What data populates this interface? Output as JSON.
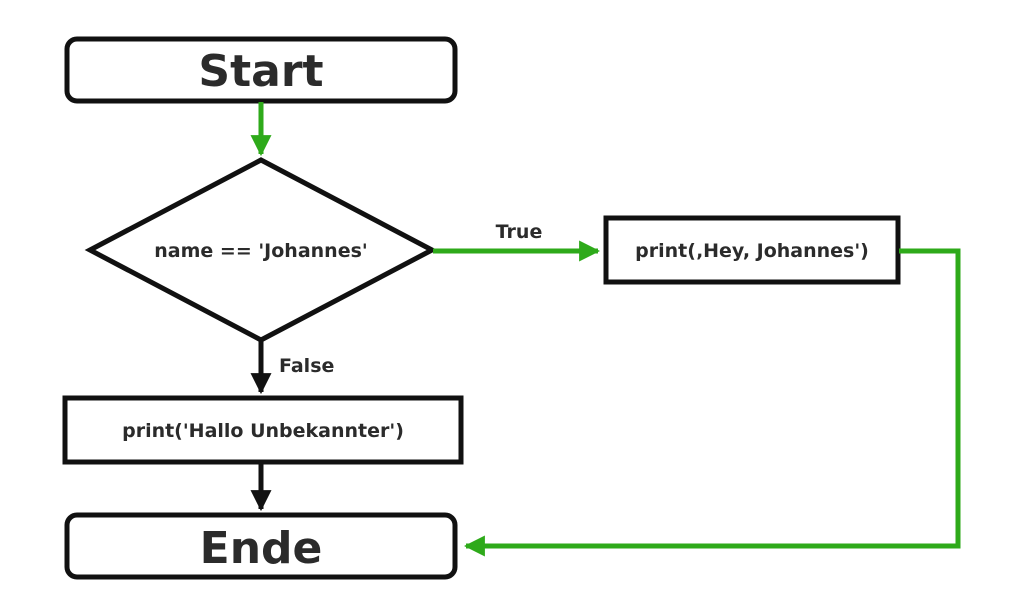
{
  "nodes": {
    "start": {
      "label": "Start"
    },
    "condition": {
      "label": "name == 'Johannes'"
    },
    "print_true": {
      "label": "print(‚Hey, Johannes')"
    },
    "print_false": {
      "label": "print('Hallo Unbekannter')"
    },
    "end": {
      "label": "Ende"
    }
  },
  "edges": {
    "true_label": "True",
    "false_label": "False"
  },
  "colors": {
    "stroke": "#111111",
    "text": "#2b2b2b",
    "green": "#2eaa1a",
    "background": "#ffffff"
  }
}
